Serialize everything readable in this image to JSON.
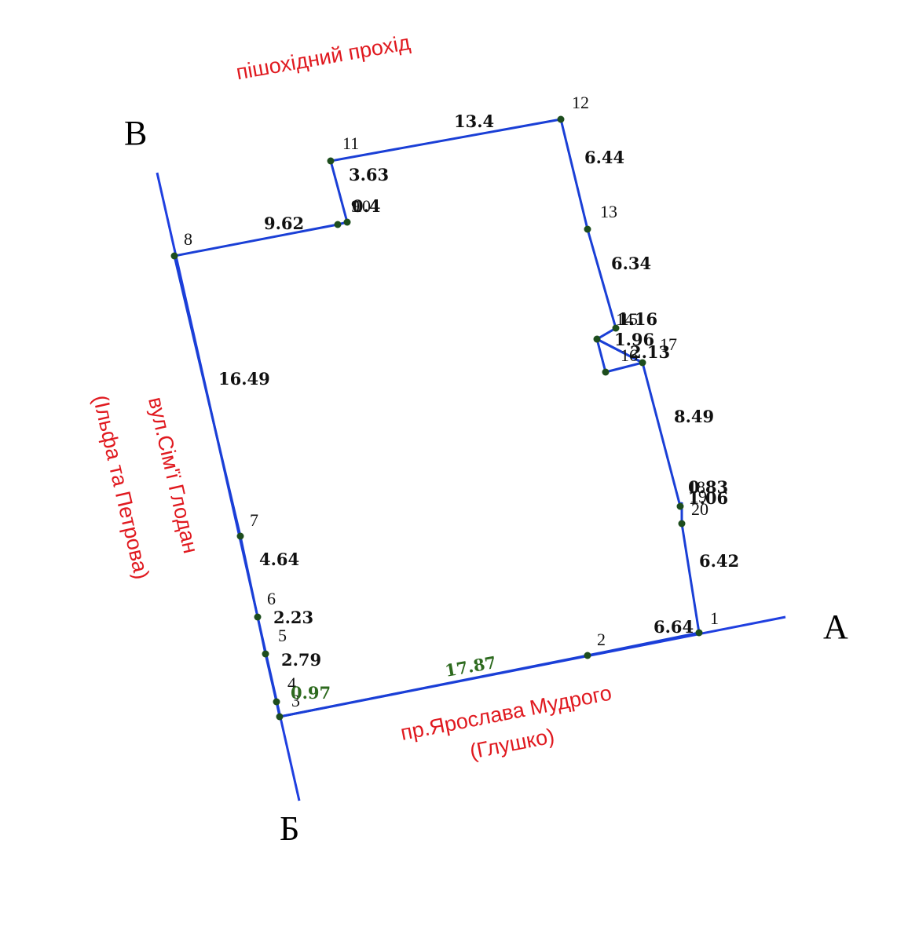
{
  "colors": {
    "boundary": "#1a3fd6",
    "street_line": "#1f3fe0",
    "street_text": "#e0191f",
    "vertex": "#1d4d1d",
    "text": "#111111",
    "green_text": "#2d6a1e"
  },
  "streets": {
    "top": "пішохідний прохід",
    "left_line1": "вул.Сім'ї Глодан",
    "left_line2": "(Ільфа та Петрова)",
    "bottom_line1": "пр.Ярослава Мудрого",
    "bottom_line2": "(Глушко)"
  },
  "corners": {
    "a": "А",
    "b": "Б",
    "v": "В"
  },
  "points": [
    {
      "n": "1"
    },
    {
      "n": "2"
    },
    {
      "n": "3"
    },
    {
      "n": "4"
    },
    {
      "n": "5"
    },
    {
      "n": "6"
    },
    {
      "n": "7"
    },
    {
      "n": "8"
    },
    {
      "n": "9"
    },
    {
      "n": "10"
    },
    {
      "n": "11"
    },
    {
      "n": "12"
    },
    {
      "n": "13"
    },
    {
      "n": "14"
    },
    {
      "n": "15"
    },
    {
      "n": "16"
    },
    {
      "n": "17"
    },
    {
      "n": "18"
    },
    {
      "n": "19"
    },
    {
      "n": "20"
    }
  ],
  "segments": [
    {
      "label": "17.87"
    },
    {
      "label": "0.97"
    },
    {
      "label": "2.79"
    },
    {
      "label": "2.23"
    },
    {
      "label": "4.64"
    },
    {
      "label": "16.49"
    },
    {
      "label": "9.62"
    },
    {
      "label": "0.4"
    },
    {
      "label": "3.63"
    },
    {
      "label": "13.4"
    },
    {
      "label": "6.44"
    },
    {
      "label": "6.34"
    },
    {
      "label": "1.16"
    },
    {
      "label": "1.96"
    },
    {
      "label": "2.13"
    },
    {
      "label": "8.49"
    },
    {
      "label": "0.83"
    },
    {
      "label": "1.06"
    },
    {
      "label": "6.42"
    },
    {
      "label": "6.64"
    }
  ]
}
